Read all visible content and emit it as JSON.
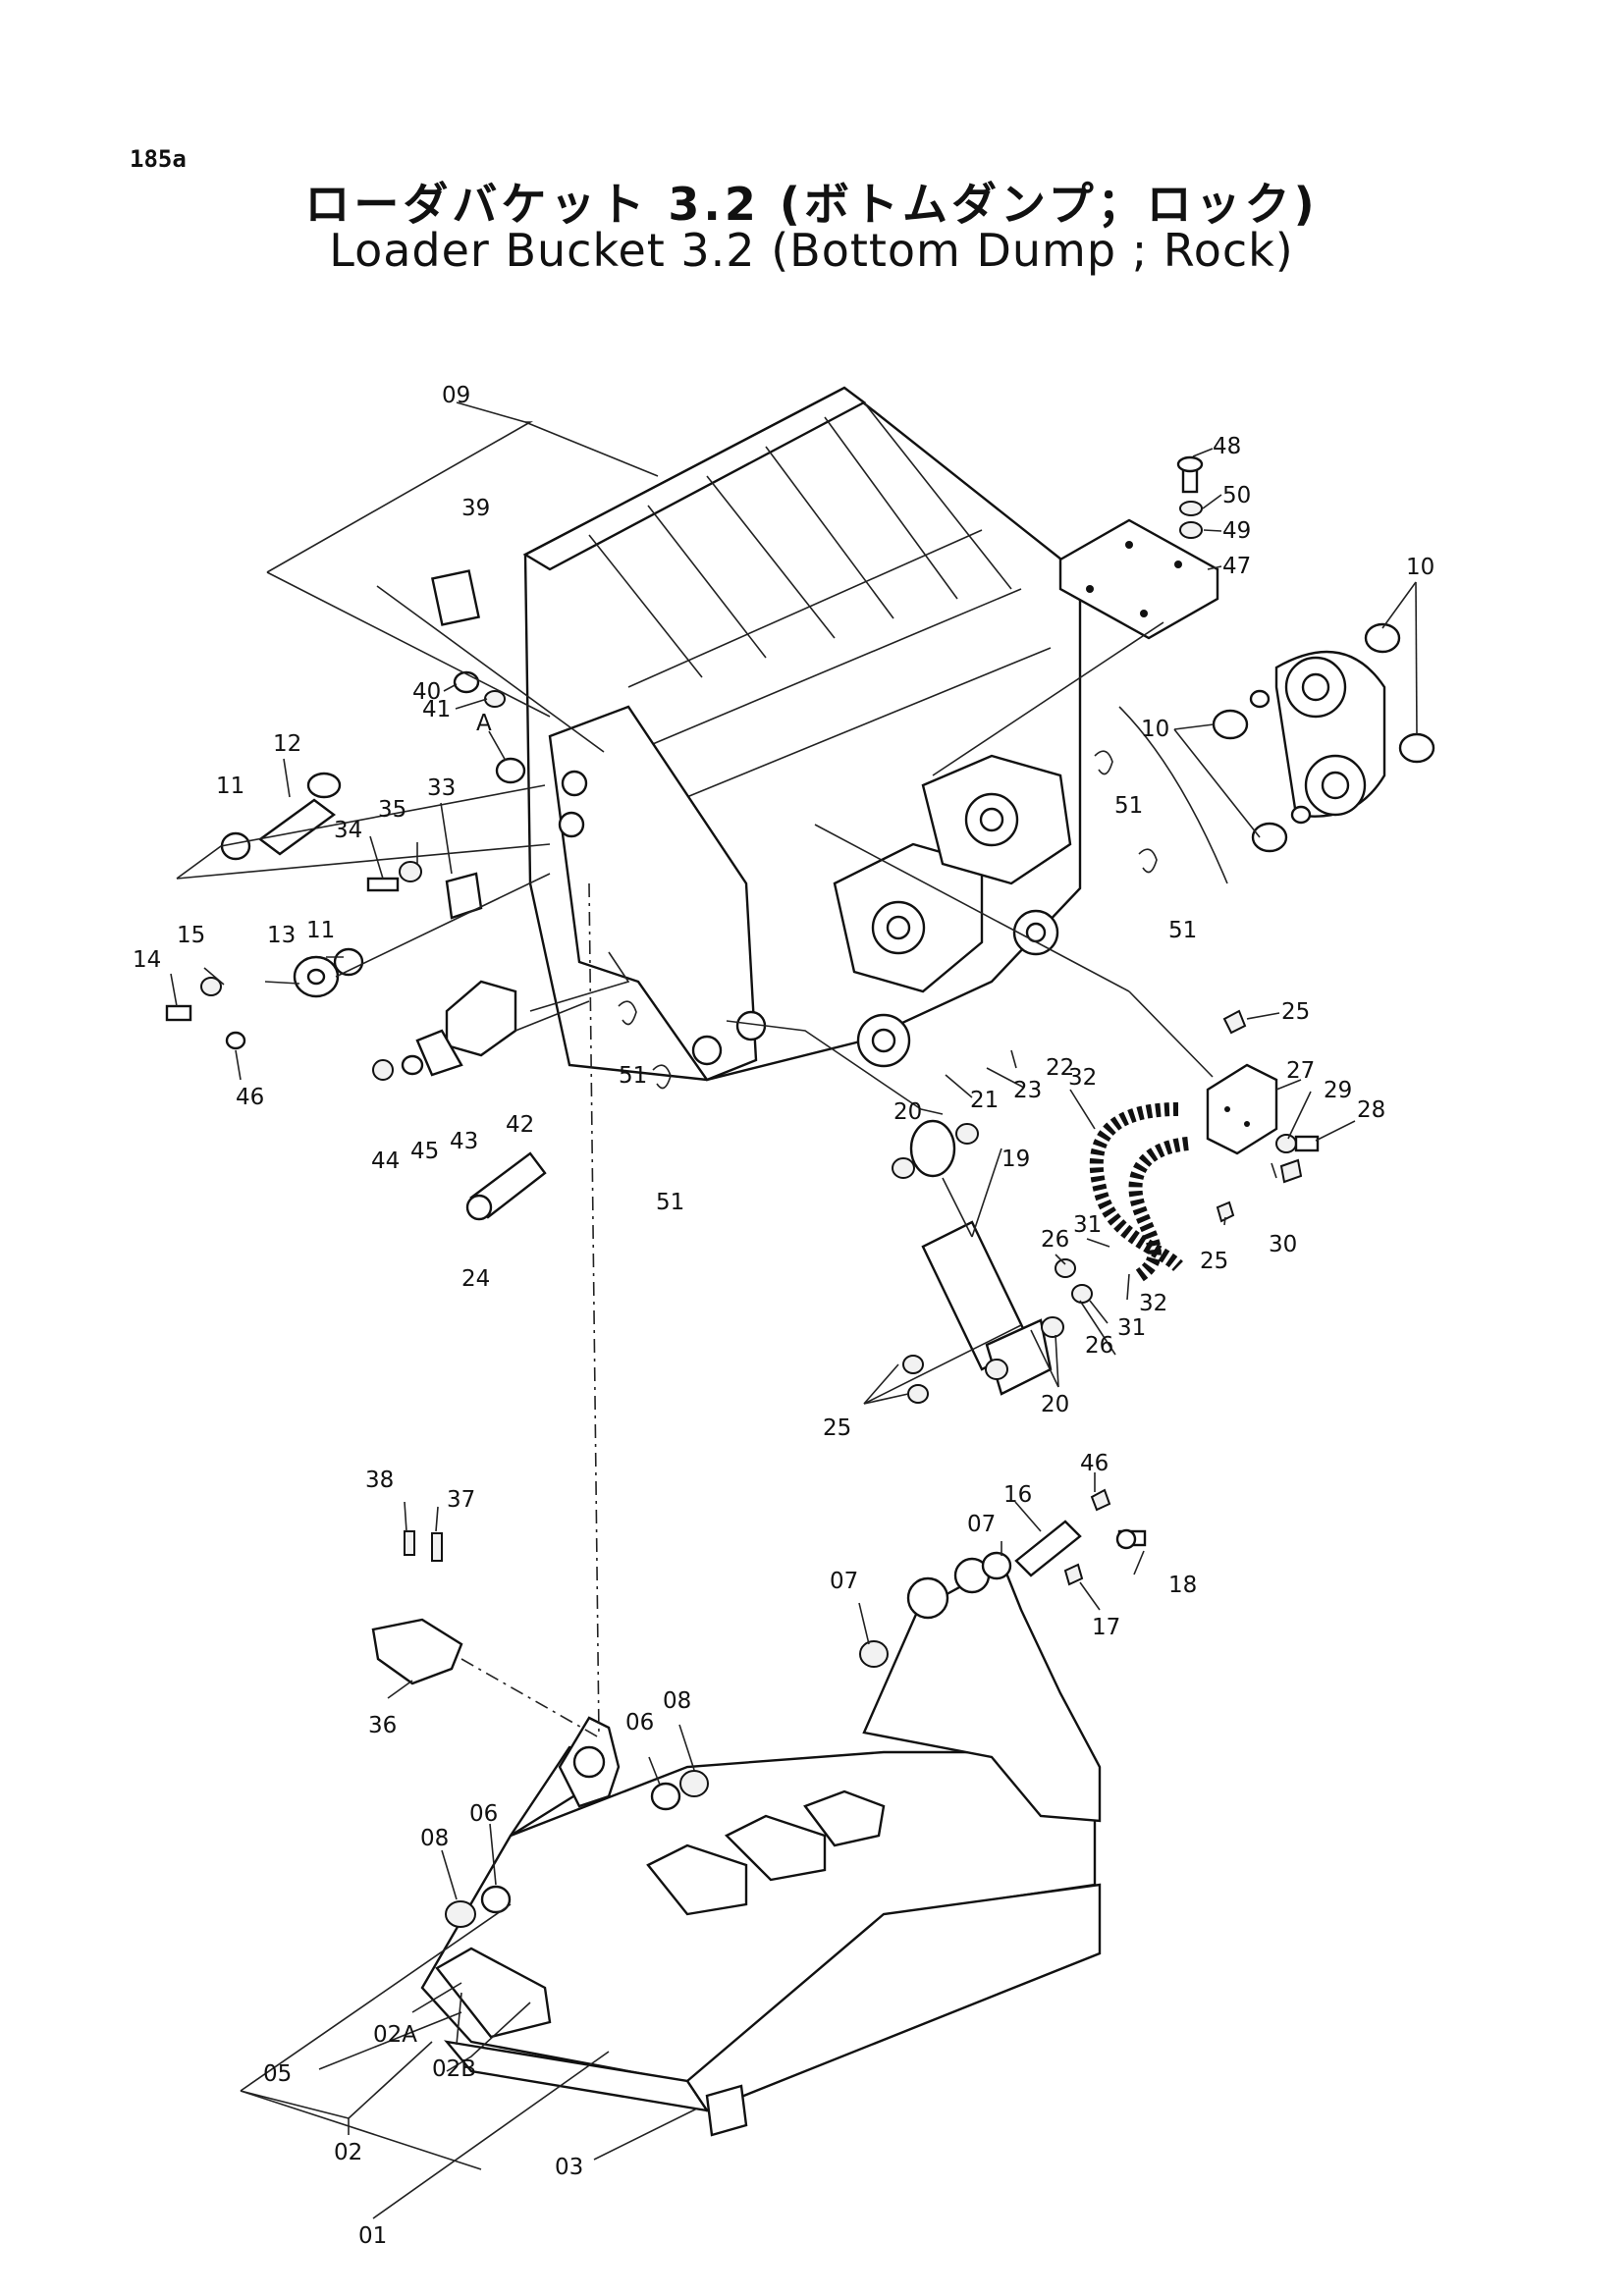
{
  "page_number": "185a",
  "title_ja": "ローダバケット 3.2 (ボトムダンプ；ロック)",
  "title_en": "Loader Bucket 3.2 (Bottom Dump ; Rock)",
  "part_labels": [
    {
      "id": "09",
      "text": "09"
    },
    {
      "id": "39",
      "text": "39"
    },
    {
      "id": "48",
      "text": "48"
    },
    {
      "id": "50",
      "text": "50"
    },
    {
      "id": "49",
      "text": "49"
    },
    {
      "id": "47",
      "text": "47"
    },
    {
      "id": "10a",
      "text": "10"
    },
    {
      "id": "10b",
      "text": "10"
    },
    {
      "id": "40",
      "text": "40"
    },
    {
      "id": "41",
      "text": "41"
    },
    {
      "id": "A",
      "text": "A"
    },
    {
      "id": "12",
      "text": "12"
    },
    {
      "id": "11a",
      "text": "11"
    },
    {
      "id": "33",
      "text": "33"
    },
    {
      "id": "35",
      "text": "35"
    },
    {
      "id": "34",
      "text": "34"
    },
    {
      "id": "51a",
      "text": "51"
    },
    {
      "id": "51b",
      "text": "51"
    },
    {
      "id": "14",
      "text": "14"
    },
    {
      "id": "15",
      "text": "15"
    },
    {
      "id": "13",
      "text": "13"
    },
    {
      "id": "11b",
      "text": "11"
    },
    {
      "id": "46a",
      "text": "46"
    },
    {
      "id": "25a",
      "text": "25"
    },
    {
      "id": "27",
      "text": "27"
    },
    {
      "id": "29",
      "text": "29"
    },
    {
      "id": "28",
      "text": "28"
    },
    {
      "id": "22",
      "text": "22"
    },
    {
      "id": "23",
      "text": "23"
    },
    {
      "id": "21",
      "text": "21"
    },
    {
      "id": "51c",
      "text": "51"
    },
    {
      "id": "20a",
      "text": "20"
    },
    {
      "id": "32a",
      "text": "32"
    },
    {
      "id": "19",
      "text": "19"
    },
    {
      "id": "42",
      "text": "42"
    },
    {
      "id": "44",
      "text": "44"
    },
    {
      "id": "45",
      "text": "45"
    },
    {
      "id": "43",
      "text": "43"
    },
    {
      "id": "51d",
      "text": "51"
    },
    {
      "id": "24",
      "text": "24"
    },
    {
      "id": "25b",
      "text": "25"
    },
    {
      "id": "30",
      "text": "30"
    },
    {
      "id": "26a",
      "text": "26"
    },
    {
      "id": "31a",
      "text": "31"
    },
    {
      "id": "32b",
      "text": "32"
    },
    {
      "id": "31b",
      "text": "31"
    },
    {
      "id": "26b",
      "text": "26"
    },
    {
      "id": "20b",
      "text": "20"
    },
    {
      "id": "25c",
      "text": "25"
    },
    {
      "id": "46b",
      "text": "46"
    },
    {
      "id": "38",
      "text": "38"
    },
    {
      "id": "37",
      "text": "37"
    },
    {
      "id": "16",
      "text": "16"
    },
    {
      "id": "07a",
      "text": "07"
    },
    {
      "id": "18",
      "text": "18"
    },
    {
      "id": "07b",
      "text": "07"
    },
    {
      "id": "17",
      "text": "17"
    },
    {
      "id": "36",
      "text": "36"
    },
    {
      "id": "06a",
      "text": "06"
    },
    {
      "id": "08a",
      "text": "08"
    },
    {
      "id": "06b",
      "text": "06"
    },
    {
      "id": "08b",
      "text": "08"
    },
    {
      "id": "05",
      "text": "05"
    },
    {
      "id": "02A",
      "text": "02A"
    },
    {
      "id": "02B",
      "text": "02B"
    },
    {
      "id": "02",
      "text": "02"
    },
    {
      "id": "03",
      "text": "03"
    },
    {
      "id": "01",
      "text": "01"
    }
  ]
}
